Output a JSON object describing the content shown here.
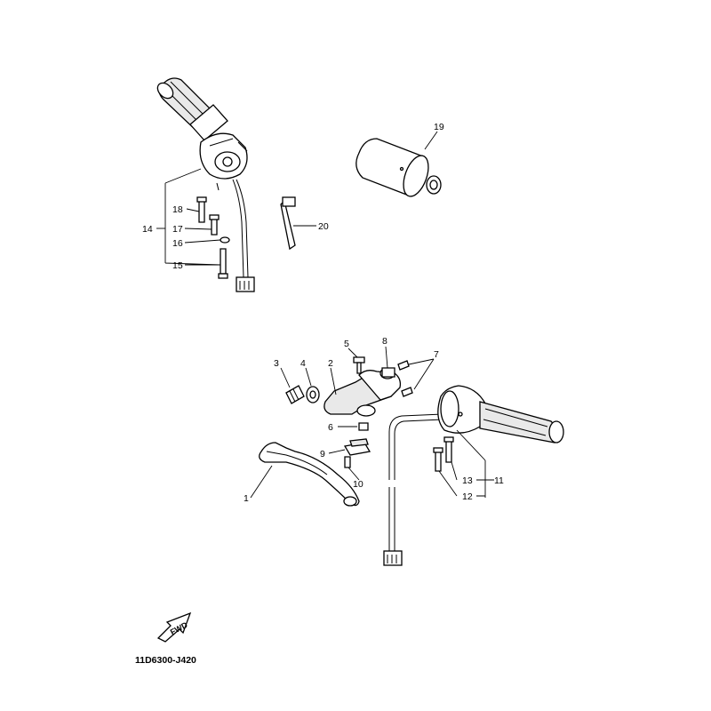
{
  "diagram": {
    "drawing_code": "11D6300-J420",
    "direction_label": "FWD",
    "callouts": [
      {
        "id": "c1",
        "label": "1"
      },
      {
        "id": "c2",
        "label": "2"
      },
      {
        "id": "c3",
        "label": "3"
      },
      {
        "id": "c4",
        "label": "4"
      },
      {
        "id": "c5",
        "label": "5"
      },
      {
        "id": "c6",
        "label": "6"
      },
      {
        "id": "c7",
        "label": "7"
      },
      {
        "id": "c8",
        "label": "8"
      },
      {
        "id": "c9",
        "label": "9"
      },
      {
        "id": "c10",
        "label": "10"
      },
      {
        "id": "c11",
        "label": "11"
      },
      {
        "id": "c12",
        "label": "12"
      },
      {
        "id": "c13",
        "label": "13"
      },
      {
        "id": "c14",
        "label": "14"
      },
      {
        "id": "c15",
        "label": "15"
      },
      {
        "id": "c16",
        "label": "16"
      },
      {
        "id": "c17",
        "label": "17"
      },
      {
        "id": "c18",
        "label": "18"
      },
      {
        "id": "c19",
        "label": "19"
      },
      {
        "id": "c20",
        "label": "20"
      }
    ]
  }
}
